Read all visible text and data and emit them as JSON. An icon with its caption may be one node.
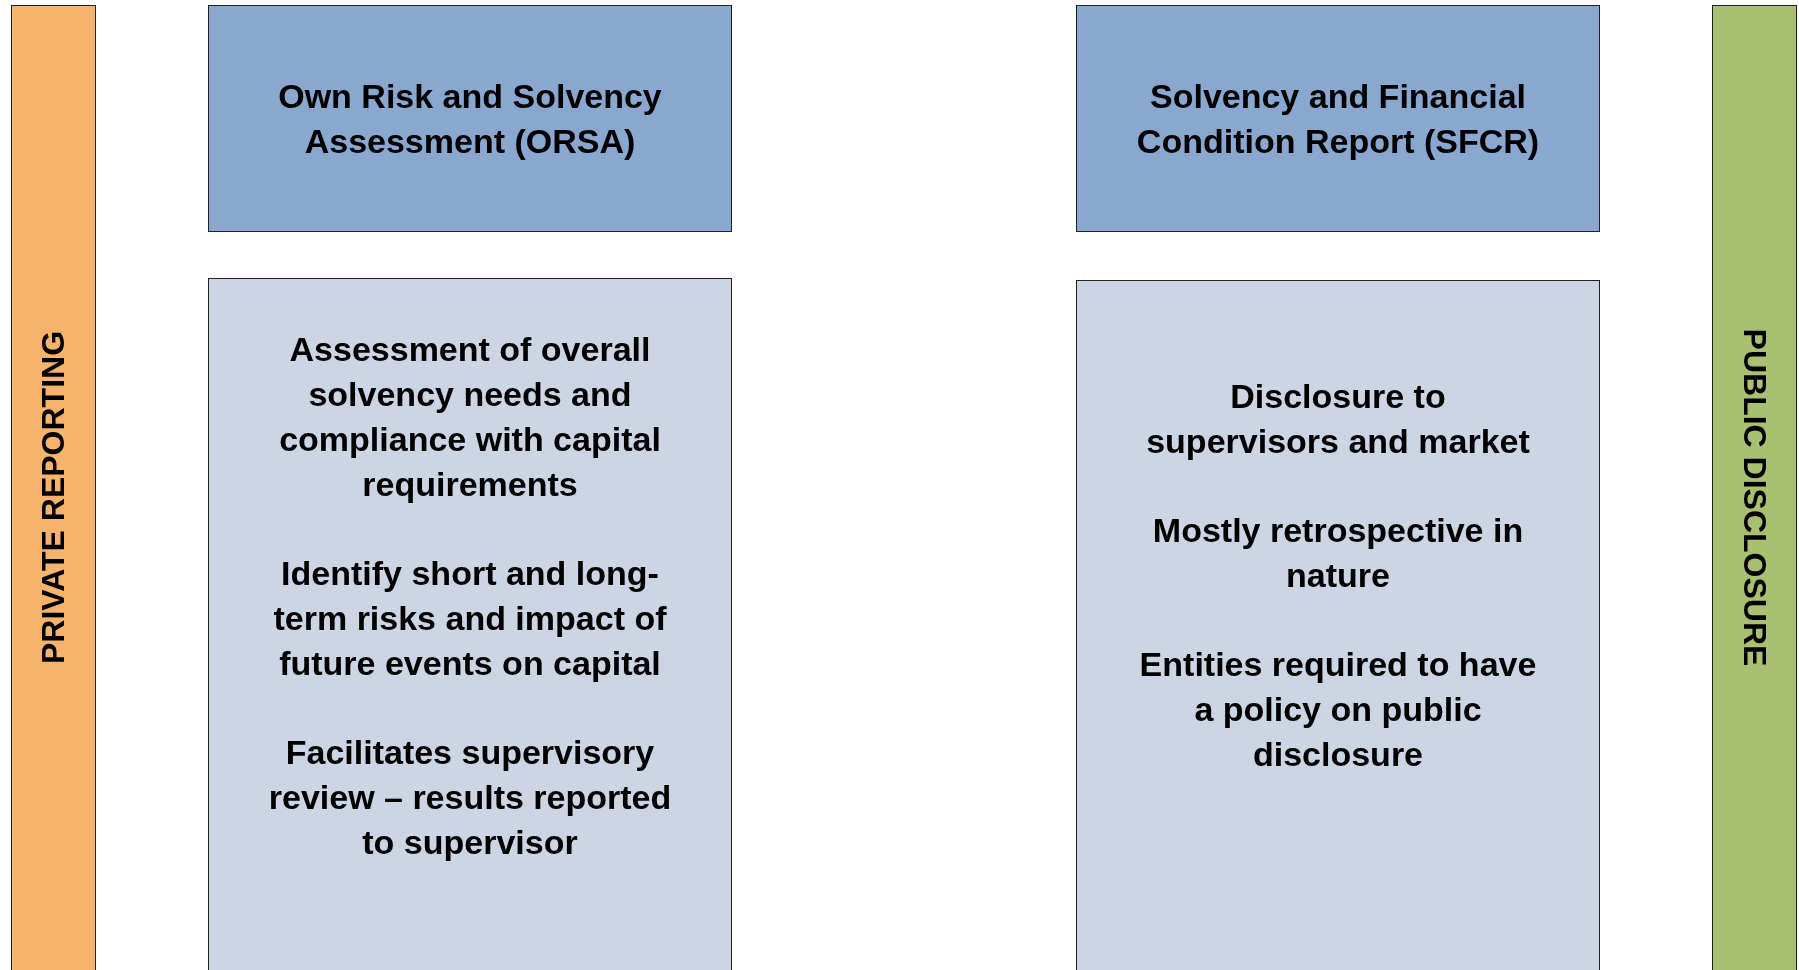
{
  "diagram": {
    "nodes": [
      {
        "text": [
          "PRIVATE REPORTING"
        ]
      },
      {
        "text": [
          "Own Risk and Solvency Assessment (ORSA)"
        ]
      },
      {
        "text": [
          "Assessment of overall solvency needs and compliance with capital requirements",
          "Identify short and long-term risks and impact of future events on capital",
          "Facilitates supervisory review – results reported to supervisor"
        ]
      },
      {
        "text": [
          "Solvency and Financial Condition Report (SFCR)"
        ]
      },
      {
        "text": [
          "Disclosure to supervisors and market",
          "Mostly retrospective in nature",
          "Entities required to have a policy on public disclosure"
        ]
      },
      {
        "text": [
          "PUBLIC DISCLOSURE"
        ]
      }
    ]
  }
}
